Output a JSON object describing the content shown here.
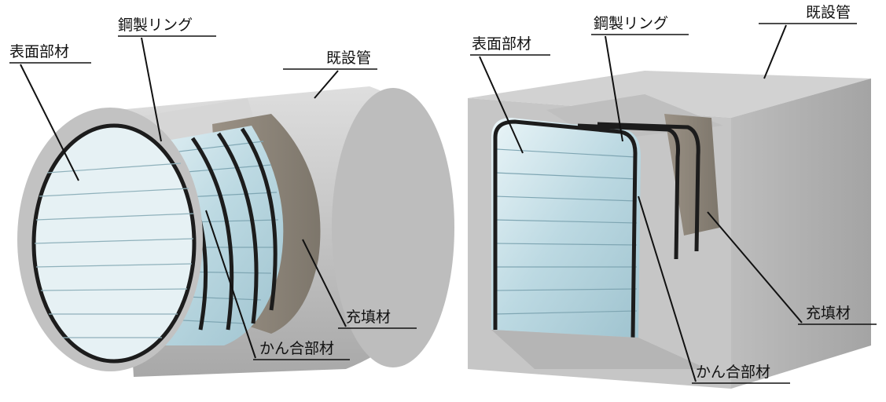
{
  "figure_left": {
    "labels": {
      "surface_member": "表面部材",
      "steel_ring": "鋼製リング",
      "existing_pipe": "既設管",
      "filler": "充填材",
      "joint_member": "かん合部材"
    }
  },
  "figure_right": {
    "labels": {
      "surface_member": "表面部材",
      "steel_ring": "鋼製リング",
      "existing_pipe": "既設管",
      "filler": "充填材",
      "joint_member": "かん合部材"
    }
  },
  "colors": {
    "concrete": "#c9c9c9",
    "concrete_dark": "#9a9a9a",
    "filler": "#8c8478",
    "liner": "#cfe4ea",
    "ring": "#1c1c1c"
  }
}
